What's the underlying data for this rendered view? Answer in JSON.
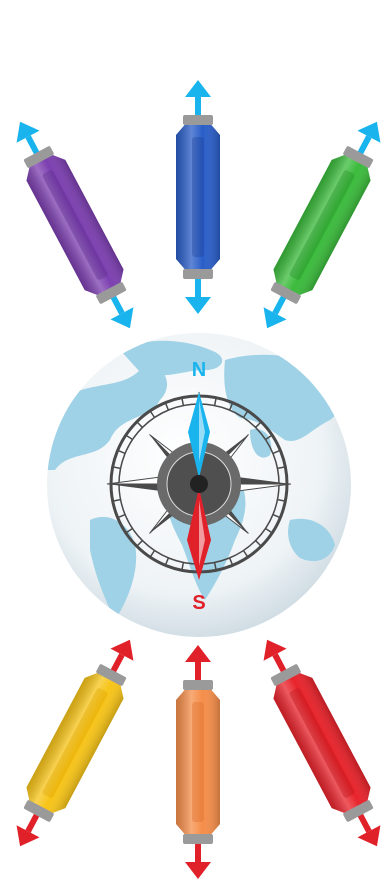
{
  "compass": {
    "north_label": "N",
    "south_label": "S",
    "north_color": "#19b4ee",
    "south_color": "#e0212a",
    "rose_color": "#4a4a4a",
    "globe_ocean": "#c9e7f3",
    "globe_land": "#9fd2e6"
  },
  "magnets": [
    {
      "id": "purple",
      "color": "#7c3fb0",
      "dark": "#5a2a88",
      "arrow_color": "#19b4ee"
    },
    {
      "id": "blue",
      "color": "#2a5ec8",
      "dark": "#1c3f93",
      "arrow_color": "#19b4ee"
    },
    {
      "id": "green",
      "color": "#3bbb3c",
      "dark": "#258a28",
      "arrow_color": "#19b4ee"
    },
    {
      "id": "yellow",
      "color": "#f7c418",
      "dark": "#d9a000",
      "arrow_color": "#e0212a"
    },
    {
      "id": "orange",
      "color": "#f58e4a",
      "dark": "#d96a28",
      "arrow_color": "#e0212a"
    },
    {
      "id": "red",
      "color": "#e8232b",
      "dark": "#b5141b",
      "arrow_color": "#e0212a"
    }
  ]
}
